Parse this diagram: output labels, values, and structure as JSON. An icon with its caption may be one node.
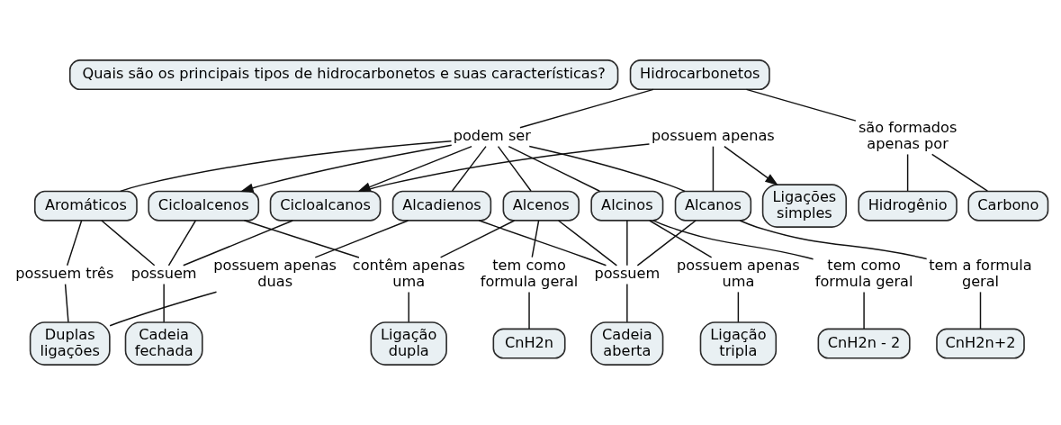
{
  "diagram": {
    "nodes": [
      {
        "text": [
          "Quais são os principais tipos de hidrocarbonetos e suas características?"
        ]
      },
      {
        "text": [
          "Hidrocarbonetos"
        ]
      },
      {
        "text": [
          "Ligações simples"
        ]
      },
      {
        "text": [
          "podem ser"
        ]
      },
      {
        "text": [
          "possuem apenas"
        ]
      },
      {
        "text": [
          "Cicloalcanos"
        ]
      },
      {
        "text": [
          "são formados apenas por"
        ]
      },
      {
        "text": [
          "tem a formula geral"
        ]
      },
      {
        "text": [
          "Alcanos"
        ]
      },
      {
        "text": [
          "Alcinos"
        ]
      },
      {
        "text": [
          "Alcadienos"
        ]
      },
      {
        "text": [
          "Alcenos"
        ]
      },
      {
        "text": [
          "Aromáticos"
        ]
      },
      {
        "text": [
          "Cicloalcenos"
        ]
      },
      {
        "text": [
          "CnH2n+2"
        ]
      },
      {
        "text": [
          "Hidrogênio"
        ]
      },
      {
        "text": [
          "Carbono"
        ]
      },
      {
        "text": [
          "tem como formula geral"
        ]
      },
      {
        "text": [
          "contêm apenas uma"
        ]
      },
      {
        "text": [
          "possuem"
        ]
      },
      {
        "text": [
          "possuem apenas uma"
        ]
      },
      {
        "text": [
          "tem como formula geral"
        ]
      },
      {
        "text": [
          "possuem"
        ]
      },
      {
        "text": [
          "CnH2n"
        ]
      },
      {
        "text": [
          "possuem três"
        ]
      },
      {
        "text": [
          "Cadeia fechada"
        ]
      },
      {
        "text": [
          "Ligação tripla"
        ]
      },
      {
        "text": [
          "possuem apenas duas"
        ]
      },
      {
        "text": [
          "Ligação dupla"
        ]
      },
      {
        "text": [
          "CnH2n - 2"
        ]
      },
      {
        "text": [
          "Cadeia aberta"
        ]
      },
      {
        "text": [
          "Duplas ligações"
        ]
      }
    ],
    "edges": [
      {
        "from": 1,
        "to": 3,
        "arrow": "none"
      },
      {
        "from": 1,
        "to": 6,
        "arrow": "none"
      },
      {
        "from": 3,
        "to": 8,
        "arrow": "none"
      },
      {
        "from": 3,
        "to": 9,
        "arrow": "none"
      },
      {
        "from": 3,
        "to": 10,
        "arrow": "none"
      },
      {
        "from": 3,
        "to": 11,
        "arrow": "none"
      },
      {
        "from": 3,
        "to": 12,
        "arrow": "none"
      },
      {
        "from": 3,
        "to": 5,
        "arrow": "to"
      },
      {
        "from": 3,
        "to": 13,
        "arrow": "to"
      },
      {
        "from": 8,
        "to": 4,
        "arrow": "none"
      },
      {
        "from": 4,
        "to": 2,
        "arrow": "to"
      },
      {
        "from": 4,
        "to": 5,
        "arrow": "none"
      },
      {
        "from": 8,
        "to": 7,
        "arrow": "none"
      },
      {
        "from": 7,
        "to": 14,
        "arrow": "none"
      },
      {
        "from": 8,
        "to": 22,
        "arrow": "none"
      },
      {
        "from": 9,
        "to": 20,
        "arrow": "none"
      },
      {
        "from": 20,
        "to": 26,
        "arrow": "none"
      },
      {
        "from": 9,
        "to": 21,
        "arrow": "none"
      },
      {
        "from": 21,
        "to": 29,
        "arrow": "none"
      },
      {
        "from": 9,
        "to": 22,
        "arrow": "none"
      },
      {
        "from": 10,
        "to": 22,
        "arrow": "none"
      },
      {
        "from": 10,
        "to": 27,
        "arrow": "none"
      },
      {
        "from": 27,
        "to": 31,
        "arrow": "none"
      },
      {
        "from": 11,
        "to": 22,
        "arrow": "none"
      },
      {
        "from": 11,
        "to": 17,
        "arrow": "none"
      },
      {
        "from": 17,
        "to": 23,
        "arrow": "none"
      },
      {
        "from": 11,
        "to": 18,
        "arrow": "none"
      },
      {
        "from": 18,
        "to": 28,
        "arrow": "none"
      },
      {
        "from": 13,
        "to": 18,
        "arrow": "none"
      },
      {
        "from": 12,
        "to": 24,
        "arrow": "none"
      },
      {
        "from": 24,
        "to": 31,
        "arrow": "none"
      },
      {
        "from": 12,
        "to": 19,
        "arrow": "none"
      },
      {
        "from": 13,
        "to": 19,
        "arrow": "none"
      },
      {
        "from": 5,
        "to": 19,
        "arrow": "none"
      },
      {
        "from": 19,
        "to": 25,
        "arrow": "none"
      },
      {
        "from": 22,
        "to": 30,
        "arrow": "none"
      },
      {
        "from": 6,
        "to": 15,
        "arrow": "none"
      },
      {
        "from": 6,
        "to": 16,
        "arrow": "none"
      }
    ]
  }
}
